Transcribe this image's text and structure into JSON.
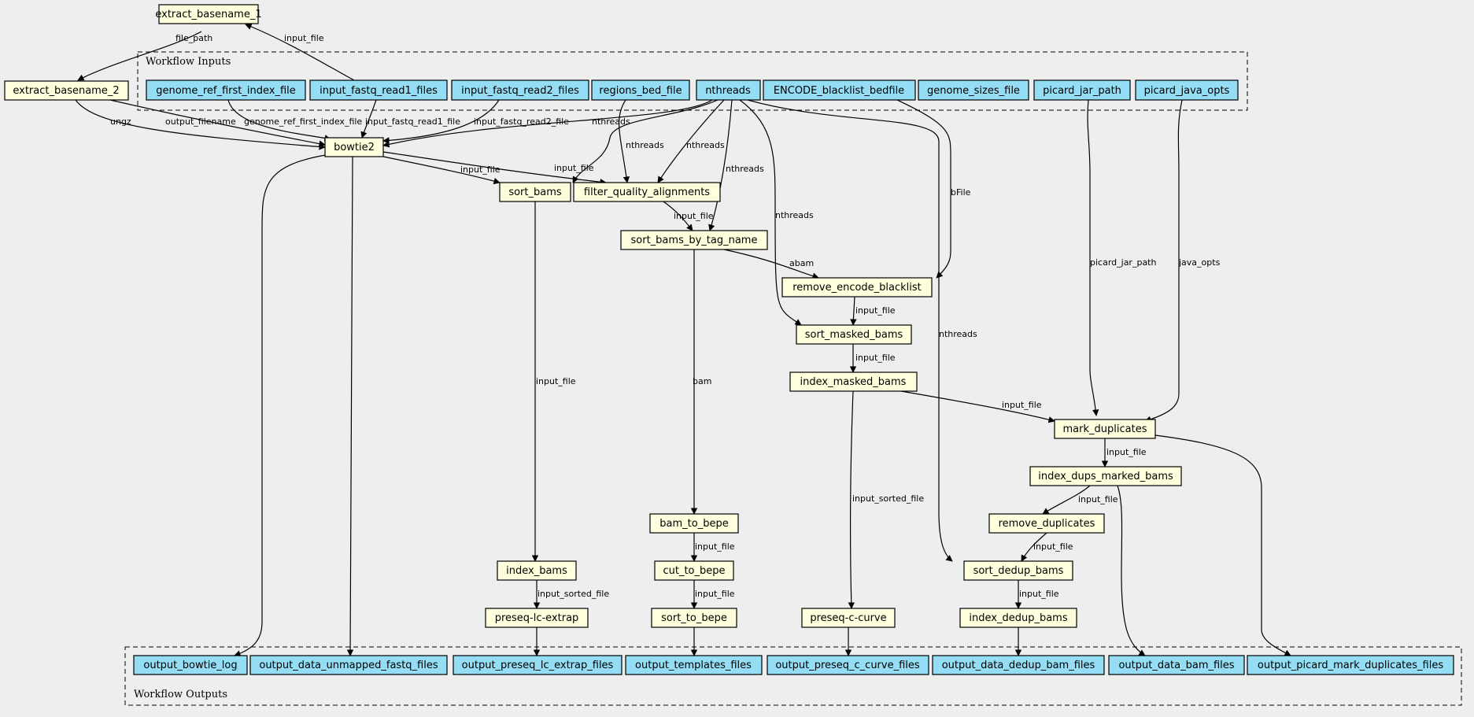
{
  "clusters": {
    "inputs": "Workflow Inputs",
    "outputs": "Workflow Outputs"
  },
  "colors": {
    "step": "#ffffdd",
    "io": "#94ddf4",
    "background": "#eeeeee"
  },
  "nodes": {
    "extract_basename_1": "extract_basename_1",
    "extract_basename_2": "extract_basename_2",
    "genome_ref_first_index_file": "genome_ref_first_index_file",
    "input_fastq_read1_files": "input_fastq_read1_files",
    "input_fastq_read2_files": "input_fastq_read2_files",
    "regions_bed_file": "regions_bed_file",
    "nthreads": "nthreads",
    "ENCODE_blacklist_bedfile": "ENCODE_blacklist_bedfile",
    "genome_sizes_file": "genome_sizes_file",
    "picard_jar_path": "picard_jar_path",
    "picard_java_opts": "picard_java_opts",
    "bowtie2": "bowtie2",
    "sort_bams": "sort_bams",
    "filter_quality_alignments": "filter_quality_alignments",
    "sort_bams_by_tag_name": "sort_bams_by_tag_name",
    "remove_encode_blacklist": "remove_encode_blacklist",
    "sort_masked_bams": "sort_masked_bams",
    "index_masked_bams": "index_masked_bams",
    "mark_duplicates": "mark_duplicates",
    "index_dups_marked_bams": "index_dups_marked_bams",
    "remove_duplicates": "remove_duplicates",
    "sort_dedup_bams": "sort_dedup_bams",
    "index_dedup_bams": "index_dedup_bams",
    "bam_to_bepe": "bam_to_bepe",
    "cut_to_bepe": "cut_to_bepe",
    "sort_to_bepe": "sort_to_bepe",
    "index_bams": "index_bams",
    "preseq_lc_extrap": "preseq-lc-extrap",
    "preseq_c_curve": "preseq-c-curve",
    "output_bowtie_log": "output_bowtie_log",
    "output_data_unmapped_fastq_files": "output_data_unmapped_fastq_files",
    "output_preseq_lc_extrap_files": "output_preseq_lc_extrap_files",
    "output_templates_files": "output_templates_files",
    "output_preseq_c_curve_files": "output_preseq_c_curve_files",
    "output_data_dedup_bam_files": "output_data_dedup_bam_files",
    "output_data_bam_files": "output_data_bam_files",
    "output_picard_mark_duplicates_files": "output_picard_mark_duplicates_files"
  },
  "edge_labels": {
    "file_path": "file_path",
    "input_file": "input_file",
    "ungz": "ungz",
    "output_filename": "output_filename",
    "genome_ref_first_index_file": "genome_ref_first_index_file",
    "input_fastq_read1_file": "input_fastq_read1_file",
    "input_fastq_read2_file": "input_fastq_read2_file",
    "nthreads": "nthreads",
    "bFile": "bFile",
    "abam": "abam",
    "bam": "bam",
    "picard_jar_path": "picard_jar_path",
    "java_opts": "java_opts",
    "input_sorted_file": "input_sorted_file"
  }
}
